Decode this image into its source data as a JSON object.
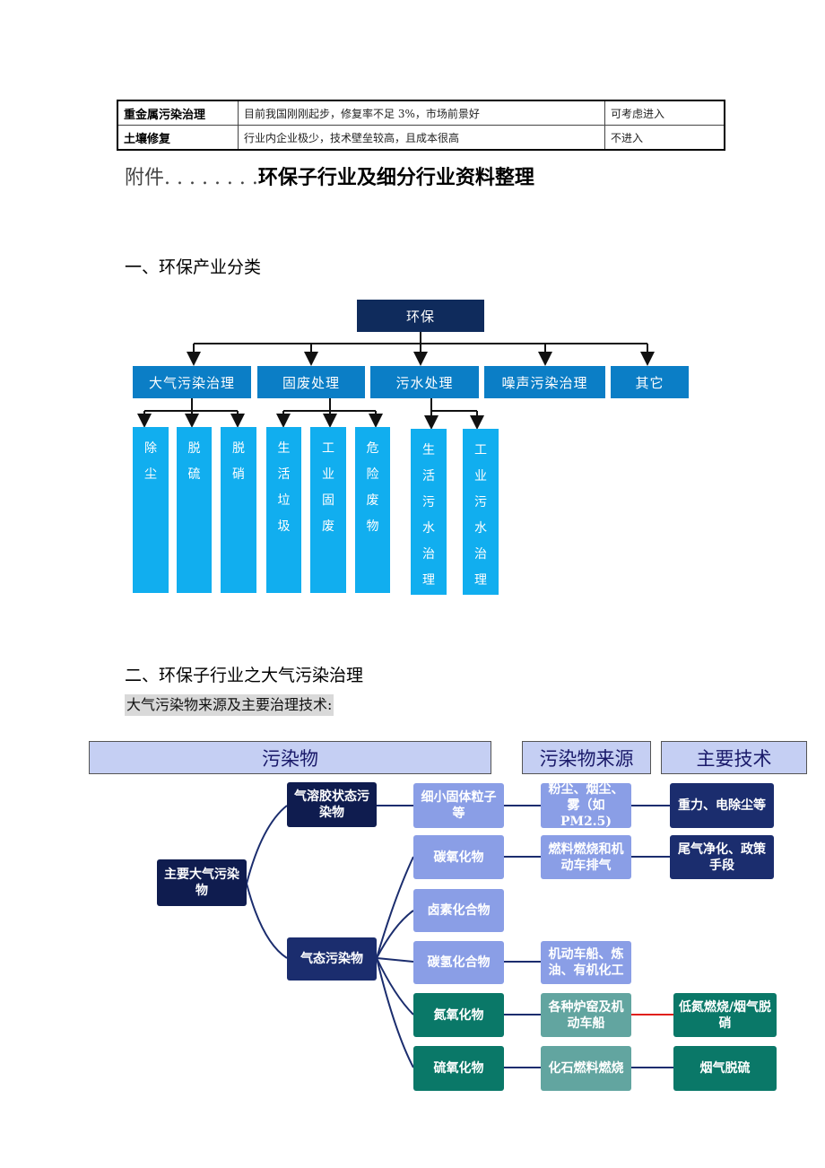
{
  "table": {
    "rows": [
      {
        "name": "重金属污染治理",
        "desc": "目前我国刚刚起步，修复率不足 3%，市场前景好",
        "decision": "可考虑进入"
      },
      {
        "name": "土壤修复",
        "desc": "行业内企业极少，技术壁垒较高，且成本很高",
        "decision": "不进入"
      }
    ]
  },
  "doc": {
    "title_prefix": "附件. . . . . . . .",
    "title_main": "环保子行业及细分行业资料整理",
    "section1": "一、环保产业分类",
    "section2": "二、环保子行业之大气污染治理",
    "section2_sub": "大气污染物来源及主要治理技术:"
  },
  "tree": {
    "root": "环保",
    "categories": [
      "大气污染治理",
      "固废处理",
      "污水处理",
      "噪声污染治理",
      "其它"
    ],
    "air": [
      "除尘",
      "脱硫",
      "脱硝"
    ],
    "solid": [
      "生活垃圾",
      "工业固废",
      "危险废物"
    ],
    "water": [
      "生活污水治理",
      "工业污水治理"
    ]
  },
  "pollution": {
    "headers": [
      "污染物",
      "污染物来源",
      "主要技术"
    ],
    "root": "主要大气污染物",
    "aerosol": "气溶胶状态污染物",
    "gaseous": "气态污染物",
    "pollutants": [
      "细小固体粒子等",
      "碳氧化物",
      "卤素化合物",
      "碳氢化合物",
      "氮氧化物",
      "硫氧化物"
    ],
    "sources": [
      "粉尘、烟尘、雾（如PM2.5)",
      "燃料燃烧和机动车排气",
      "机动车船、炼油、有机化工",
      "各种炉窑及机动车船",
      "化石燃料燃烧"
    ],
    "techs": [
      "重力、电除尘等",
      "尾气净化、政策手段",
      "低氮燃烧/烟气脱硝",
      "烟气脱硫"
    ]
  },
  "colors": {
    "navy": "#0f2b5c",
    "blue": "#0b7ec6",
    "cyan": "#11aeef",
    "header_bg": "#c5cff3",
    "teal": "#0a7868",
    "lavender": "#8a9ee6"
  }
}
